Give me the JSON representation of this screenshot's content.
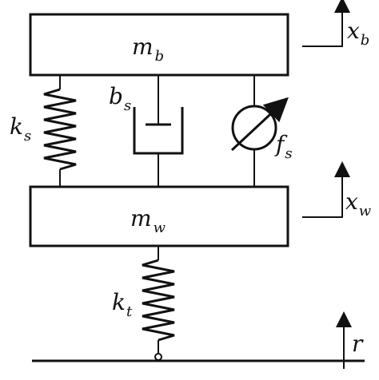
{
  "diagram": {
    "labels": {
      "mb": {
        "main": "m",
        "sub": "b"
      },
      "mw": {
        "main": "m",
        "sub": "w"
      },
      "ks": {
        "main": "k",
        "sub": "s"
      },
      "bs": {
        "main": "b",
        "sub": "s"
      },
      "fs": {
        "main": "f",
        "sub": "s"
      },
      "kt": {
        "main": "k",
        "sub": "t"
      },
      "xb": {
        "main": "x",
        "sub": "b"
      },
      "xw": {
        "main": "x",
        "sub": "w"
      },
      "r": {
        "main": "r"
      }
    },
    "colors": {
      "stroke": "#111111",
      "background": "#ffffff"
    }
  }
}
